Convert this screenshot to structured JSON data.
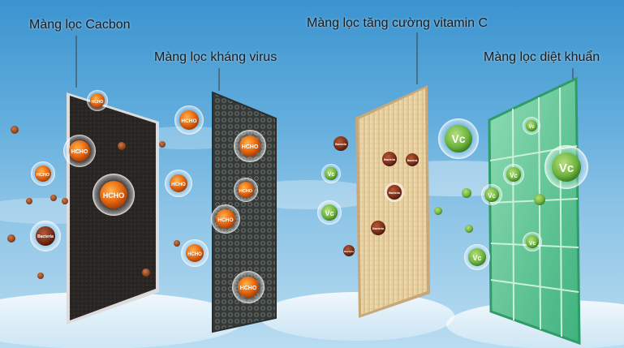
{
  "labels": {
    "carbon_filter": "Màng lọc Cacbon",
    "antivirus_filter": "Màng lọc kháng virus",
    "vitamin_c_filter": "Màng lọc tăng cường vitamin C",
    "antibacterial_filter": "Màng lọc diệt khuẩn"
  },
  "molecules": {
    "hcho": "HCHO",
    "bacteria": "Bacteria",
    "vitamin_c": "Vc"
  },
  "colors": {
    "sky_top": "#3b93cf",
    "carbon_panel": "#2a2624",
    "antivirus_panel": "#3a3e3c",
    "vitamin_panel": "#e7cf9f",
    "antibacterial_panel": "#5cc79a",
    "hcho_orange": "#ea6a10",
    "bacteria_brown": "#7a2d18",
    "vc_green": "#6db33f"
  }
}
